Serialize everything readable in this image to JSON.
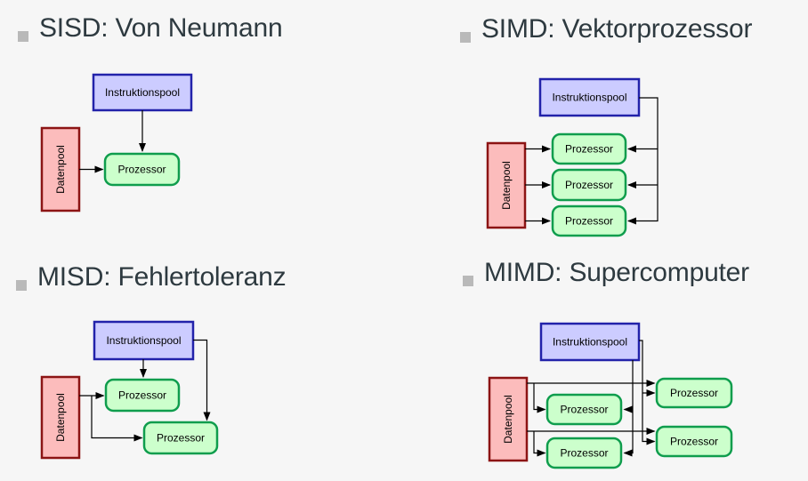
{
  "slide": {
    "background": "#f6f6f6",
    "title_color": "#2e3a40",
    "bullet_color": "#b9b9b9"
  },
  "palette": {
    "instruction_fill": "#ccccff",
    "instruction_stroke": "#2222aa",
    "data_fill": "#fcbcbc",
    "data_stroke": "#8c1414",
    "processor_fill": "#ccffcc",
    "processor_stroke": "#0f9d4d",
    "wire_color": "#000000"
  },
  "labels": {
    "instruction_pool": "Instruktionspool",
    "data_pool": "Datenpool",
    "processor": "Prozessor"
  },
  "quadrants": [
    {
      "id": "sisd",
      "title": "SISD: Von Neumann",
      "processor_count": 1
    },
    {
      "id": "simd",
      "title": "SIMD: Vektorprozessor",
      "processor_count": 3
    },
    {
      "id": "misd",
      "title": "MISD: Fehlertoleranz",
      "processor_count": 2
    },
    {
      "id": "mimd",
      "title": "MIMD: Supercomputer",
      "processor_count": 4
    }
  ]
}
